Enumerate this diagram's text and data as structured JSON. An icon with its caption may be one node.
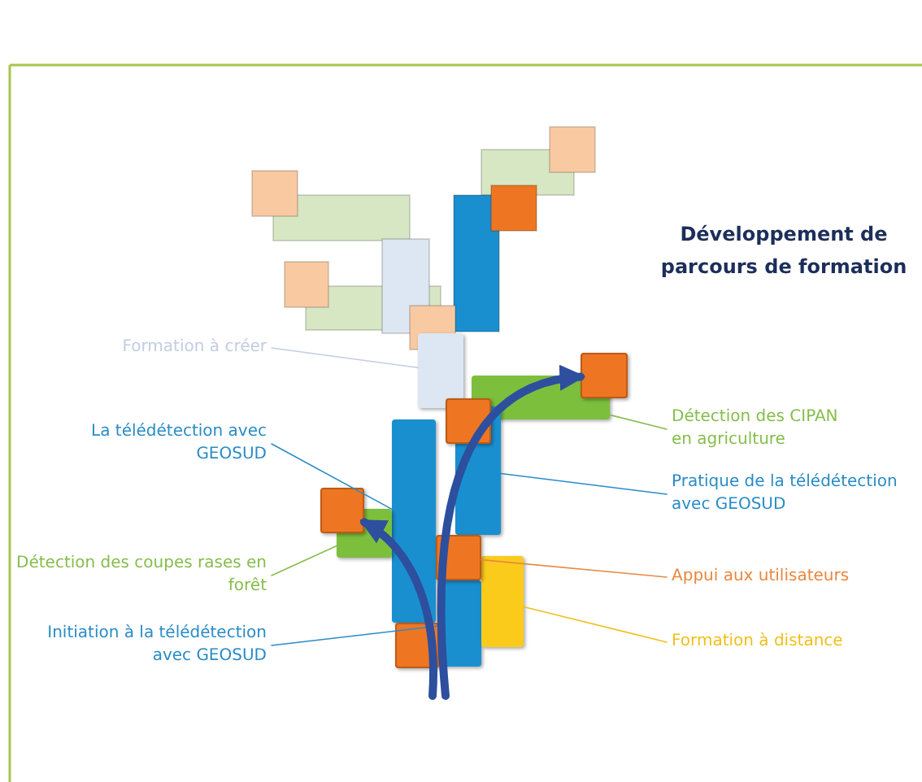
{
  "diagram": {
    "title": "Développement de parcours de formation",
    "nodes": [
      {
        "text": [
          "Formation à créer"
        ]
      },
      {
        "text": [
          "La télédétection avec GEOSUD"
        ]
      },
      {
        "text": [
          "Détection des coupes rases en forêt"
        ]
      },
      {
        "text": [
          "Initiation à la télédétection avec GEOSUD"
        ]
      },
      {
        "text": [
          "Détection des CIPAN en agriculture"
        ]
      },
      {
        "text": [
          "Pratique de la télédétection avec GEOSUD"
        ]
      },
      {
        "text": [
          "Appui aux utilisateurs"
        ]
      },
      {
        "text": [
          "Formation à distance"
        ]
      },
      {
        "text": [],
        "shape": "bar"
      },
      {
        "text": [],
        "shape": "bar"
      },
      {
        "text": [],
        "shape": "bar"
      },
      {
        "text": [],
        "shape": "bar"
      },
      {
        "text": [],
        "shape": "bar"
      },
      {
        "text": [],
        "shape": "bar"
      },
      {
        "text": [],
        "shape": "box"
      },
      {
        "text": [],
        "shape": "bar"
      },
      {
        "text": [],
        "shape": "box"
      },
      {
        "text": [],
        "shape": "box"
      },
      {
        "text": [],
        "shape": "box"
      },
      {
        "text": [],
        "shape": "box"
      }
    ],
    "edges": [
      {
        "from": 0,
        "to": 8,
        "arrow": "none",
        "color": "#c3cce2"
      },
      {
        "from": 1,
        "to": 9,
        "arrow": "none"
      },
      {
        "from": 2,
        "to": 10,
        "arrow": "none",
        "color": "#86bd4c"
      },
      {
        "from": 3,
        "to": 11,
        "arrow": "none"
      },
      {
        "from": 4,
        "to": 12,
        "arrow": "none",
        "color": "#86bd4c"
      },
      {
        "from": 5,
        "to": 13,
        "arrow": "none"
      },
      {
        "from": 6,
        "to": 14,
        "arrow": "none",
        "color": "#e8883f"
      },
      {
        "from": 7,
        "to": 15,
        "arrow": "none",
        "color": "#f0bf1a"
      },
      {
        "from": null,
        "to": 16,
        "arrow": "to",
        "style": "thick",
        "color": "#2d4f9e"
      },
      {
        "from": null,
        "to": 17,
        "arrow": "to",
        "style": "thick",
        "color": "#2d4f9e"
      }
    ]
  }
}
